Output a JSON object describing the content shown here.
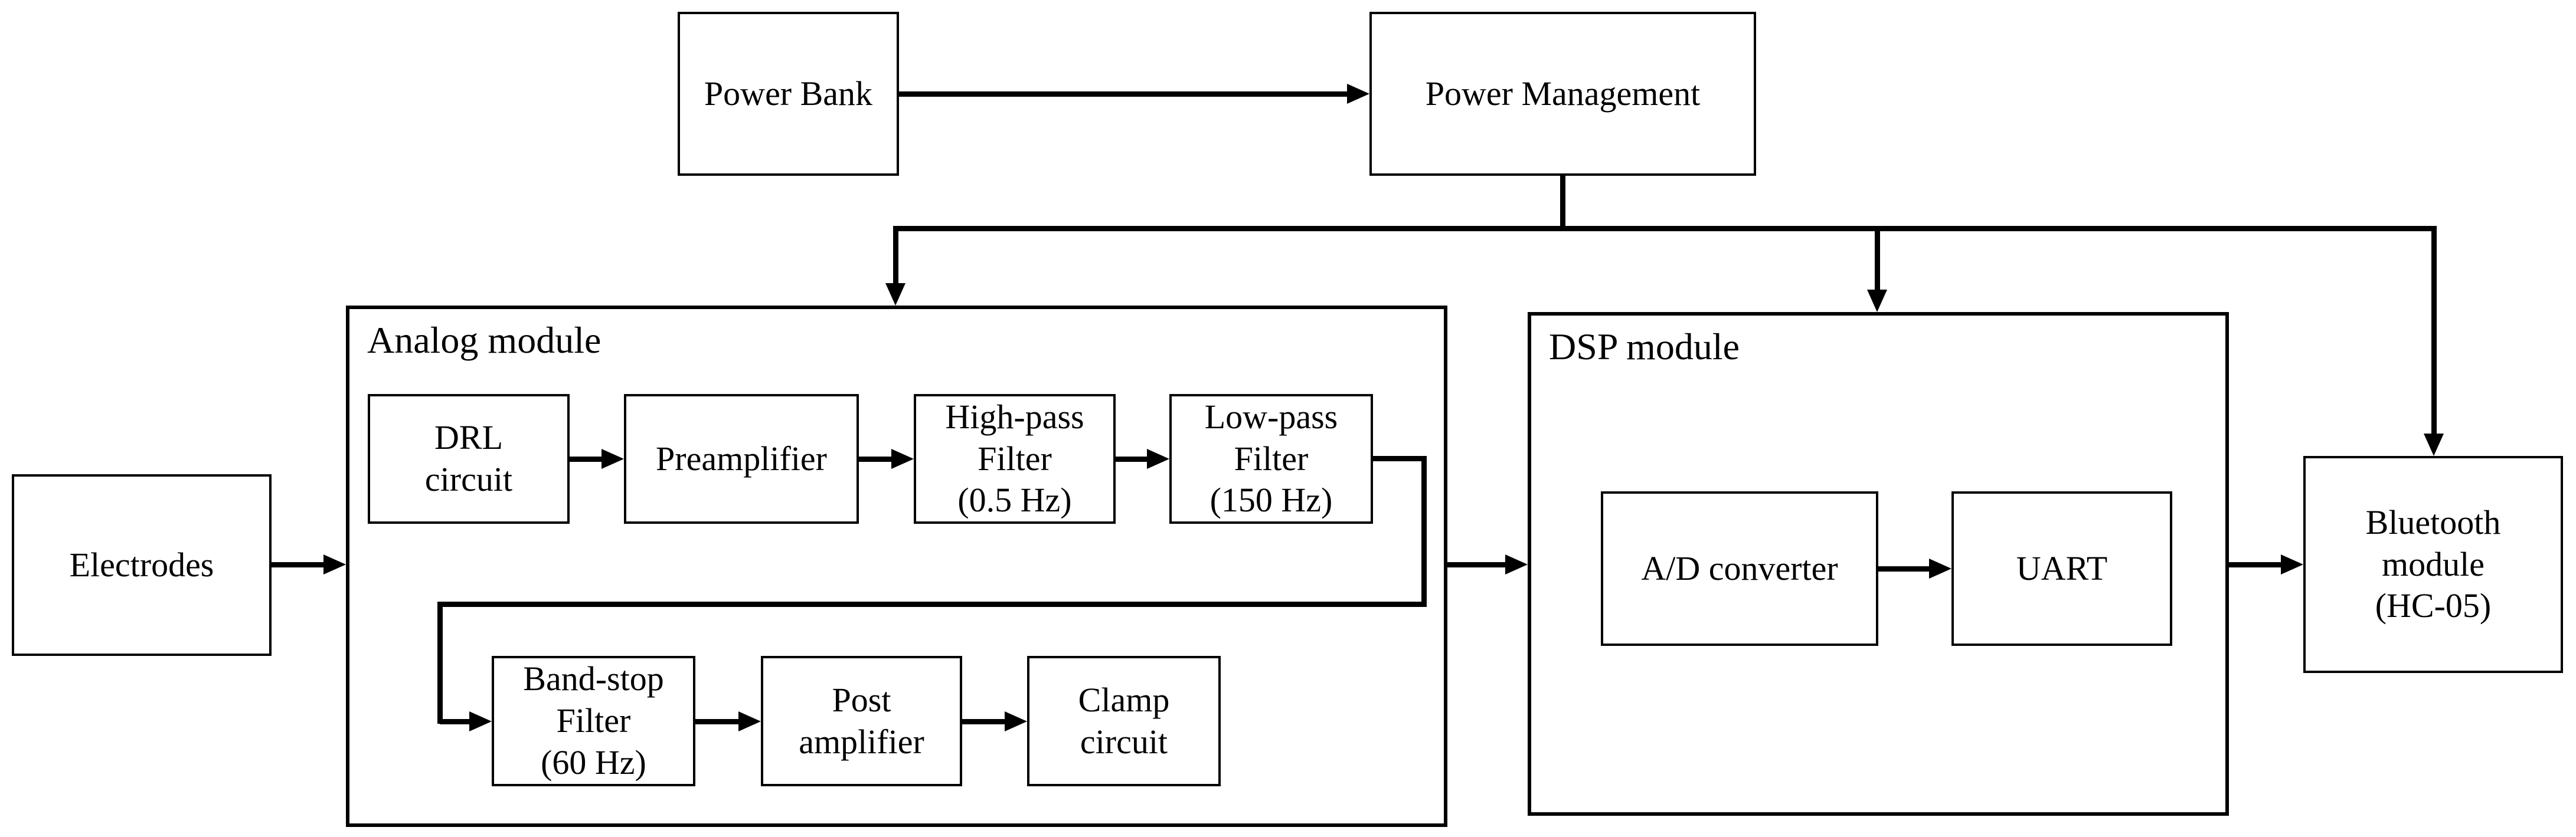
{
  "diagram": {
    "type": "block-diagram",
    "colors": {
      "line": "#000000",
      "background": "#ffffff",
      "box_fill": "#ffffff",
      "text": "#000000"
    },
    "nodes": {
      "power_bank": {
        "label": "Power Bank"
      },
      "power_management": {
        "label": "Power Management"
      },
      "electrodes": {
        "label": "Electrodes"
      },
      "drl": {
        "label": "DRL\ncircuit"
      },
      "preamplifier": {
        "label": "Preamplifier"
      },
      "high_pass": {
        "label": "High-pass\nFilter\n(0.5 Hz)"
      },
      "low_pass": {
        "label": "Low-pass\nFilter\n(150 Hz)"
      },
      "band_stop": {
        "label": "Band-stop\nFilter\n(60 Hz)"
      },
      "post_amplifier": {
        "label": "Post\namplifier"
      },
      "clamp": {
        "label": "Clamp\ncircuit"
      },
      "adc": {
        "label": "A/D converter"
      },
      "uart": {
        "label": "UART"
      },
      "bluetooth": {
        "label": "Bluetooth\nmodule\n(HC-05)"
      }
    },
    "containers": {
      "analog": {
        "label": "Analog module"
      },
      "dsp": {
        "label": "DSP module"
      }
    },
    "edges": [
      {
        "from": "Power Bank",
        "to": "Power Management"
      },
      {
        "from": "Power Management",
        "to": "Analog module"
      },
      {
        "from": "Power Management",
        "to": "DSP module"
      },
      {
        "from": "Power Management",
        "to": "Bluetooth module (HC-05)"
      },
      {
        "from": "Electrodes",
        "to": "Analog module"
      },
      {
        "from": "DRL circuit",
        "to": "Preamplifier"
      },
      {
        "from": "Preamplifier",
        "to": "High-pass Filter (0.5 Hz)"
      },
      {
        "from": "High-pass Filter (0.5 Hz)",
        "to": "Low-pass Filter (150 Hz)"
      },
      {
        "from": "Low-pass Filter (150 Hz)",
        "to": "Band-stop Filter (60 Hz)"
      },
      {
        "from": "Band-stop Filter (60 Hz)",
        "to": "Post amplifier"
      },
      {
        "from": "Post amplifier",
        "to": "Clamp circuit"
      },
      {
        "from": "Analog module",
        "to": "DSP module"
      },
      {
        "from": "A/D converter",
        "to": "UART"
      },
      {
        "from": "DSP module",
        "to": "Bluetooth module (HC-05)"
      }
    ]
  }
}
